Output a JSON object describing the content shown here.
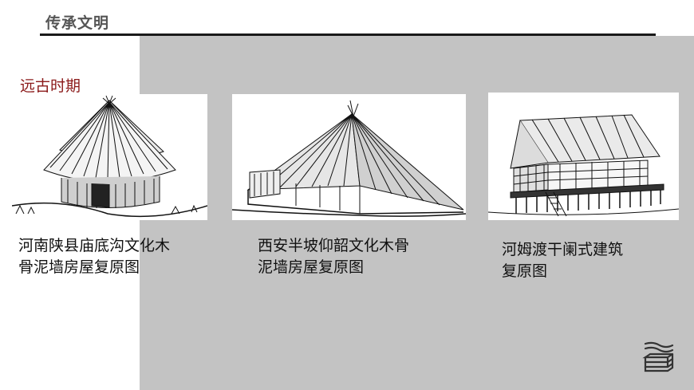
{
  "header": {
    "title": "传承文明"
  },
  "section": {
    "title": "远古时期"
  },
  "figures": [
    {
      "image_icon": "thatched-round-hut-illustration",
      "caption_line1": "河南陕县庙底沟文化木",
      "caption_line2": "骨泥墙房屋复原图"
    },
    {
      "image_icon": "thatched-triangular-house-illustration",
      "caption_line1": "西安半坡仰韶文化木骨",
      "caption_line2": "泥墙房屋复原图"
    },
    {
      "image_icon": "stilt-house-illustration",
      "caption_line1": "河姆渡干阑式建筑",
      "caption_line2": "复原图"
    }
  ],
  "footer": {
    "logo_icon": "book-stack-icon"
  },
  "colors": {
    "panel": "#c3c3c3",
    "section_title": "#8b1a1a",
    "header_title": "#555555",
    "rule": "#1a1a1a"
  }
}
